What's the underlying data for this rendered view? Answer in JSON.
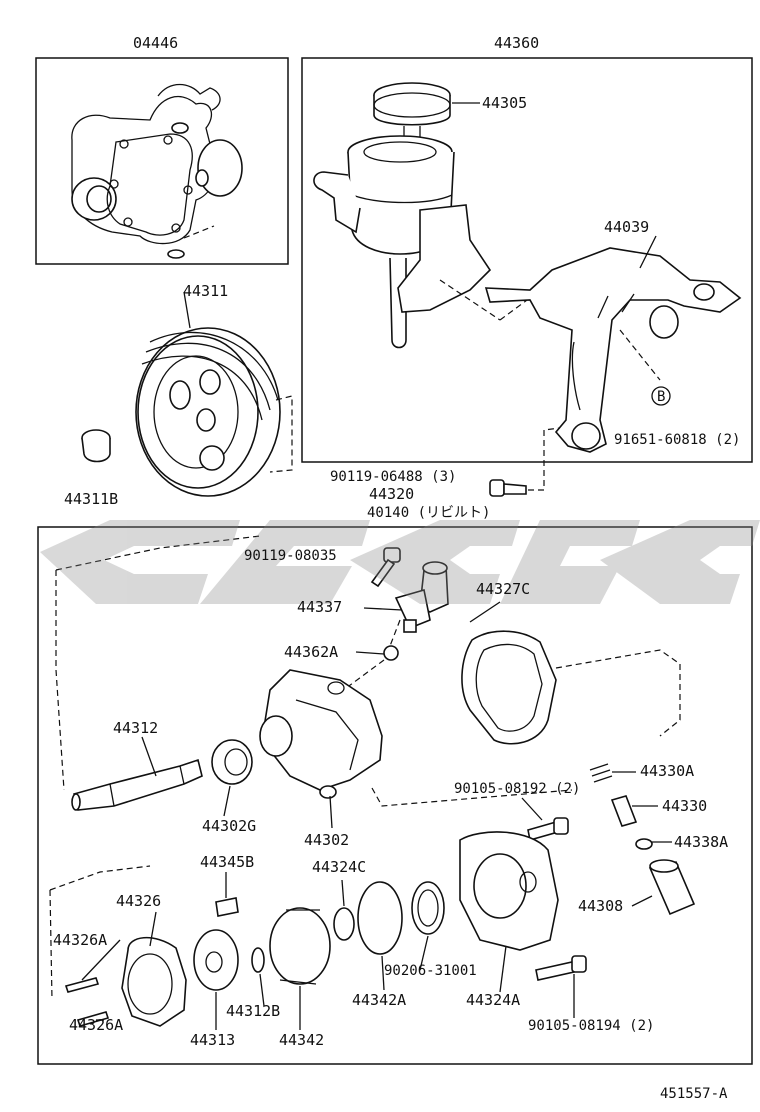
{
  "labels": {
    "gasket_kit": "04446",
    "reservoir_assy": "44360",
    "cap": "44305",
    "bracket": "44039",
    "pulley": "44311",
    "pulley_nut": "44311B",
    "bolt_91651": "91651-60818 (2)",
    "bolt_90119_06488": "90119-06488 (3)",
    "pump_assy": "44320",
    "pump_reman": "40140 (リビルト)",
    "bolt_90119_08035": "90119-08035",
    "union": "44337",
    "gasket_c": "44327C",
    "oring_a": "44362A",
    "shaft": "44312",
    "valve_spring": "44330A",
    "bearing": "44302G",
    "housing": "44302",
    "bolt_90105_08192": "90105-08192 (2)",
    "flow_valve": "44330",
    "oring_38a": "44338A",
    "vane": "44345B",
    "oring_24c": "44324C",
    "ring": "44326",
    "fitting": "44308",
    "pin_top": "44326A",
    "snap_ring": "90206-31001",
    "pin_bottom": "44326A",
    "rotor": "44313",
    "clip": "44312B",
    "plate": "44342",
    "gasket_42a": "44342A",
    "cover": "44324A",
    "bolt_90105_08194": "90105-08194 (2)",
    "drawing_no": "451557-A",
    "marker_b": "B"
  },
  "watermark_icon": "diagonal-stripes-logo"
}
